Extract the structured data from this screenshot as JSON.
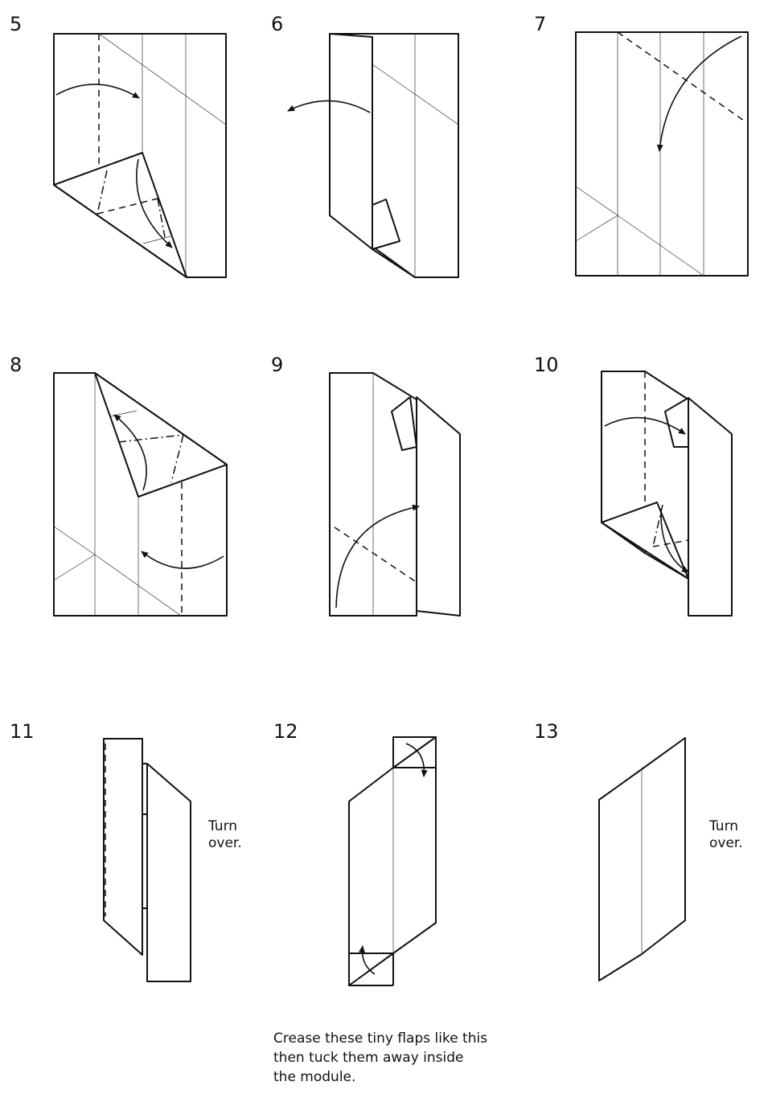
{
  "steps": [
    {
      "number": "5"
    },
    {
      "number": "6"
    },
    {
      "number": "7"
    },
    {
      "number": "8"
    },
    {
      "number": "9"
    },
    {
      "number": "10"
    },
    {
      "number": "11",
      "note": [
        "Turn",
        "over."
      ]
    },
    {
      "number": "12"
    },
    {
      "number": "13",
      "note": [
        "Turn",
        "over."
      ]
    }
  ],
  "caption": [
    "Crease these tiny flaps like this",
    "then tuck them away inside",
    "the module."
  ]
}
